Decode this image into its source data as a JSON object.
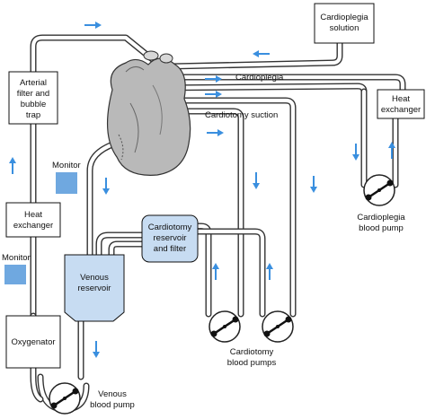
{
  "labels": {
    "cardioplegia_solution": [
      "Cardioplegia",
      "solution"
    ],
    "arterial_filter": [
      "Arterial",
      "filter and",
      "bubble",
      "trap"
    ],
    "cardioplegia_line": "Cardioplegia",
    "heat_exchanger_right": [
      "Heat",
      "exchanger"
    ],
    "cardiotomy_suction": "Cardiotomy suction",
    "monitor_top": "Monitor",
    "heat_exchanger_left": [
      "Heat",
      "exchanger"
    ],
    "monitor_bottom": "Monitor",
    "cardiotomy_reservoir": [
      "Cardiotomy",
      "reservoir",
      "and filter"
    ],
    "venous_reservoir": [
      "Venous",
      "reservoir"
    ],
    "oxygenator": "Oxygenator",
    "cardioplegia_pump": [
      "Cardioplegia",
      "blood pump"
    ],
    "cardiotomy_pumps": [
      "Cardiotomy",
      "blood pumps"
    ],
    "venous_pump": [
      "Venous",
      "blood pump"
    ]
  },
  "colors": {
    "arrow": "#3a8fdf",
    "monitor": "#6fa8e0",
    "reservoir": "#c7dcf2",
    "tubing": "#333333",
    "heart": "#b9b9b9"
  },
  "icons": [
    "flow-arrow-icon",
    "roller-pump-icon",
    "heart-illustration"
  ]
}
